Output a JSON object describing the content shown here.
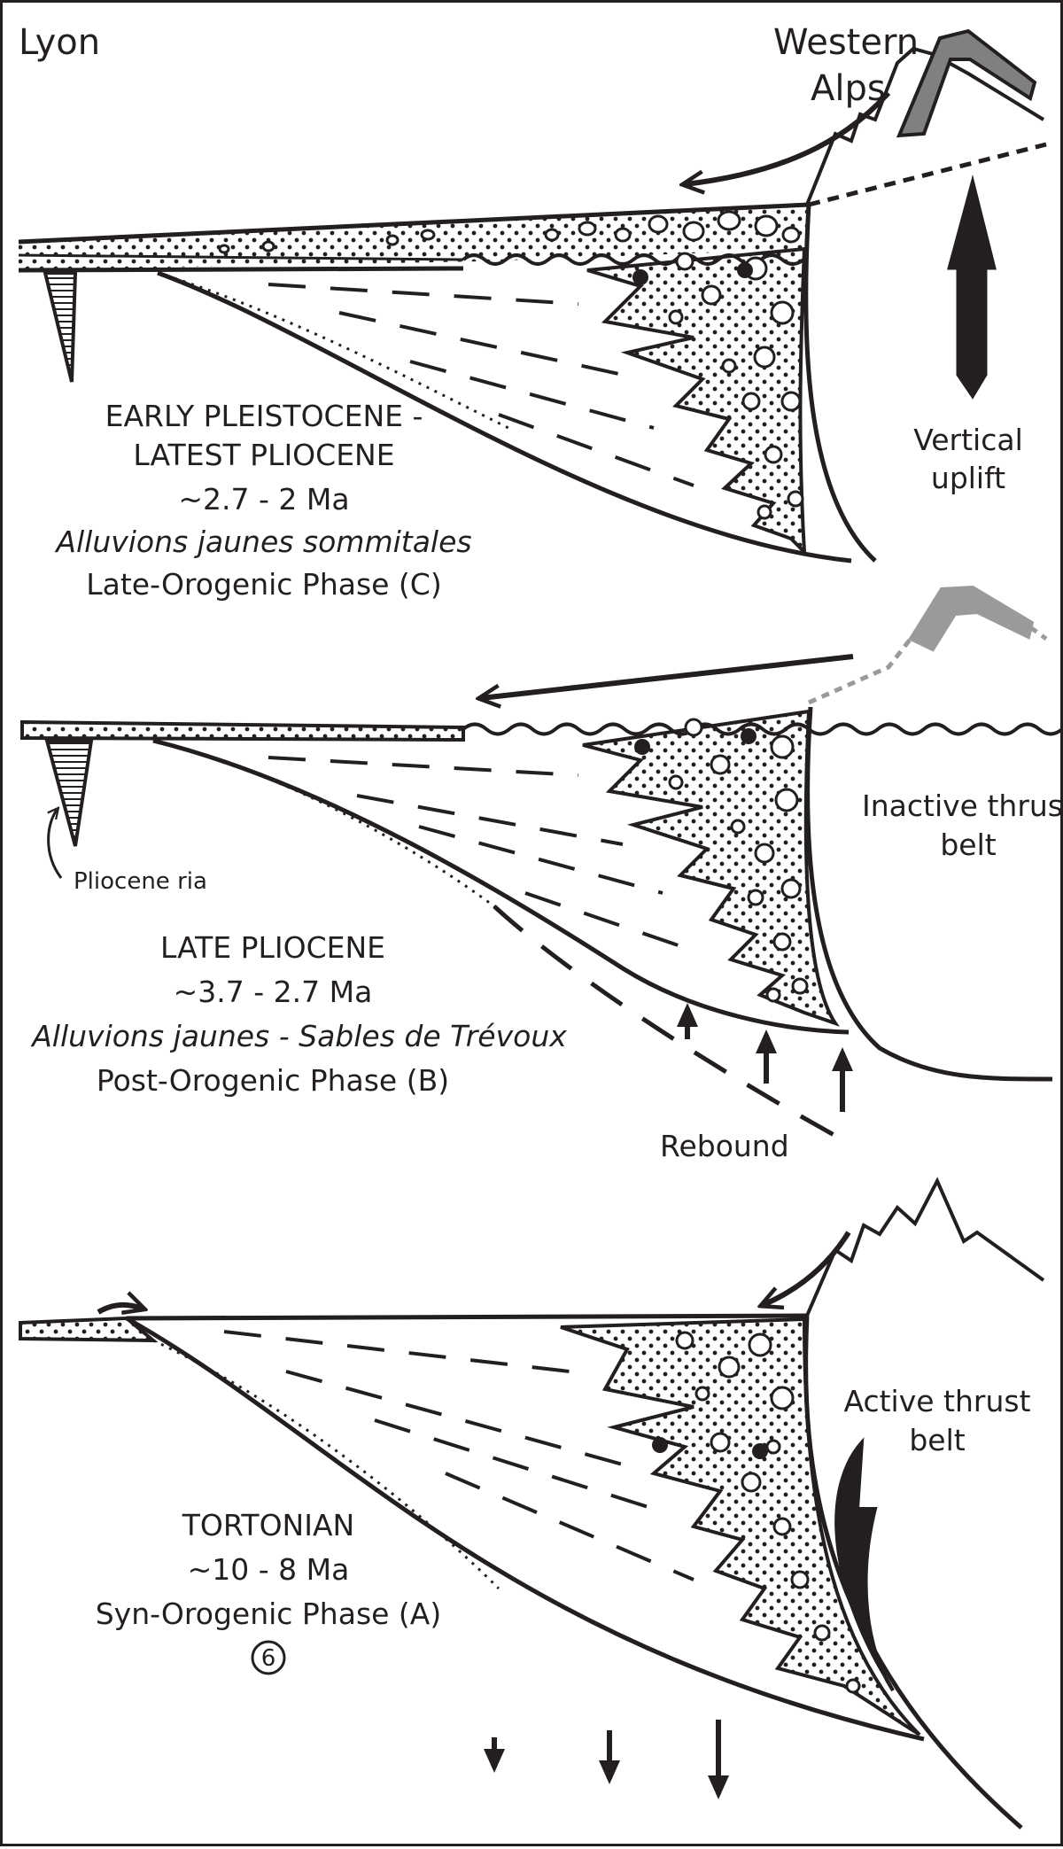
{
  "figure": {
    "corner_labels": {
      "west": "Lyon",
      "east_line1": "Western",
      "east_line2": "Alps"
    },
    "panel_c": {
      "line1": "EARLY PLEISTOCENE -",
      "line2": "LATEST PLIOCENE",
      "age": "~2.7 - 2 Ma",
      "unit": "Alluvions jaunes sommitales",
      "phase": "Late-Orogenic Phase (C)",
      "side_line1": "Vertical",
      "side_line2": "uplift"
    },
    "panel_b": {
      "title": "LATE PLIOCENE",
      "age": "~3.7 - 2.7 Ma",
      "unit": "Alluvions jaunes - Sables de Trévoux",
      "phase": "Post-Orogenic Phase (B)",
      "side_line1": "Inactive thrust",
      "side_line2": "belt",
      "ria_label": "Pliocene ria",
      "rebound_label": "Rebound"
    },
    "panel_a": {
      "title": "TORTONIAN",
      "age": "~10 - 8 Ma",
      "phase": "Syn-Orogenic Phase (A)",
      "side_line1": "Active thrust",
      "side_line2": "belt",
      "badge": "6"
    },
    "colors": {
      "ink": "#231f20",
      "mountain_c": "#808080",
      "mountain_b": "#9a9a9a",
      "background": "#ffffff"
    }
  }
}
